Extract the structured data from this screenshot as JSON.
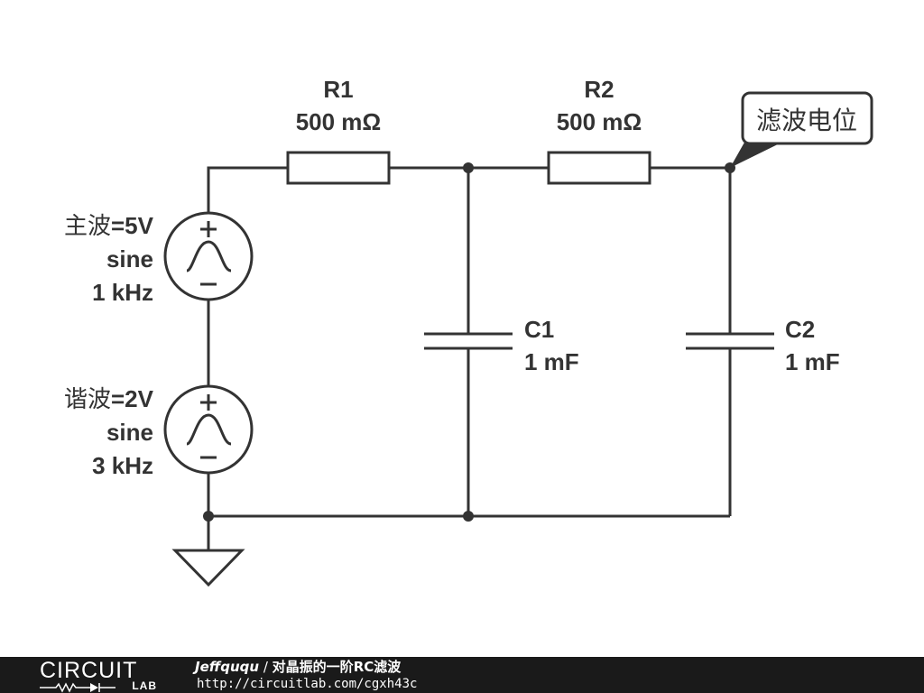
{
  "schematic": {
    "r1": {
      "name": "R1",
      "value": "500 mΩ"
    },
    "r2": {
      "name": "R2",
      "value": "500 mΩ"
    },
    "c1": {
      "name": "C1",
      "value": "1 mF"
    },
    "c2": {
      "name": "C2",
      "value": "1 mF"
    },
    "v1": {
      "name_cjk": "主波",
      "amplitude": "=5V",
      "waveform": "sine",
      "frequency": "1 kHz"
    },
    "v2": {
      "name_cjk": "谐波",
      "amplitude": "=2V",
      "waveform": "sine",
      "frequency": "3 kHz"
    },
    "net_label": "滤波电位"
  },
  "footer": {
    "brand_top": "CIRCUIT",
    "brand_bottom": "LAB",
    "author": "Jeffququ",
    "separator": " / ",
    "title_cjk": "对晶振的一阶",
    "title_bold": "RC",
    "title_cjk_end": "滤波",
    "url": "http://circuitlab.com/cgxh43c"
  },
  "colors": {
    "ink": "#333333",
    "footer_bg": "#1a1a1a",
    "footer_text": "#ffffff"
  }
}
